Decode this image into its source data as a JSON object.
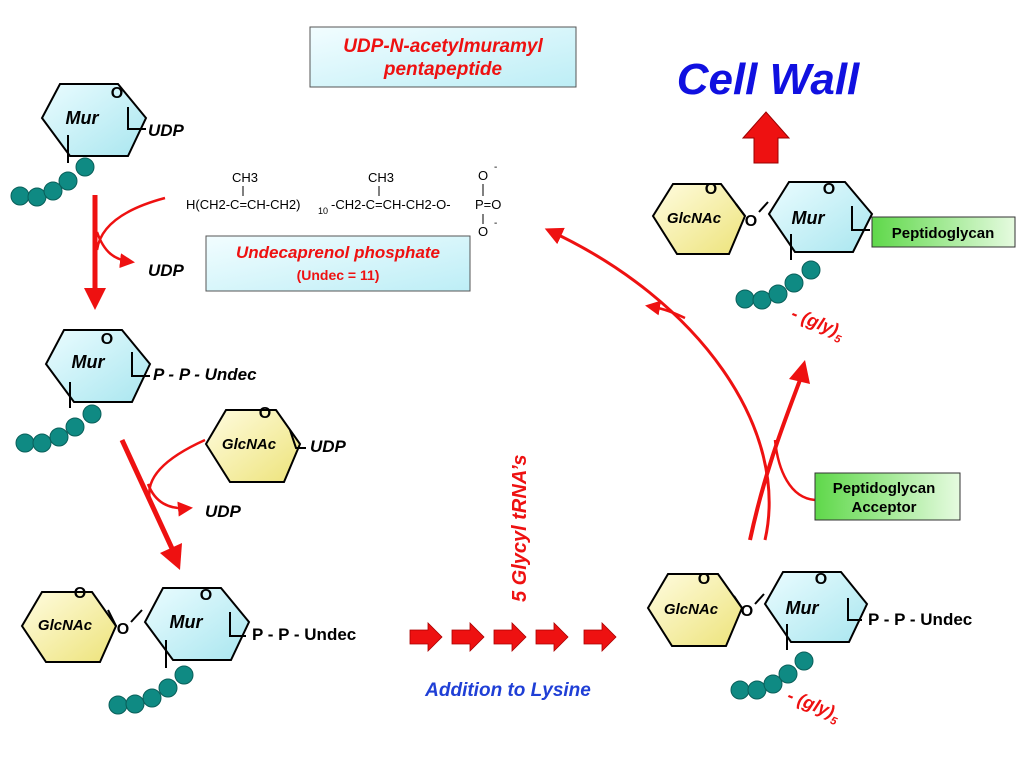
{
  "title": "Cell Wall",
  "labels": {
    "udp_nam": {
      "line1": "UDP-N-acetylmuramyl",
      "line2": "pentapeptide"
    },
    "undecaprenol": {
      "line1": "Undecaprenol phosphate",
      "line2": "(Undec = 11)"
    },
    "peptidoglycan": "Peptidoglycan",
    "acceptor": {
      "line1": "Peptidoglycan",
      "line2": "Acceptor"
    },
    "glycyl_trna": "5 Glycyl tRNA’s",
    "addition_lysine": "Addition to Lysine"
  },
  "sugars": {
    "mur": "Mur",
    "glcnac": "GlcNAc",
    "ring_o": "O",
    "link_o": "O"
  },
  "groups": {
    "udp": "UDP",
    "ppundec": "P - P - Undec",
    "gly_prefix": "- (gly)",
    "gly_sub": "5"
  },
  "formula": {
    "ch3": "CH3",
    "part1": "H(CH2-C=CH-CH2)",
    "sub10": "10",
    "part2": "-CH2-C=CH-CH2-O-",
    "p_eq_o": "P=O",
    "o_top": "O",
    "o_bot": "O",
    "minus": "-"
  },
  "colors": {
    "arrow_red": "#ee1111",
    "title_blue": "#1010e0",
    "text_blue": "#1f3fd6",
    "mur_fill": "#c9f1f7",
    "glcnac_fill": "#f6f29c",
    "bead": "#0f8a83",
    "label_box": "#d6f6fb",
    "green_label": "#8ce66c"
  }
}
